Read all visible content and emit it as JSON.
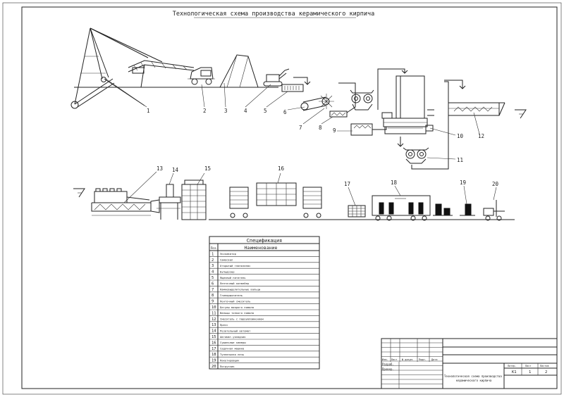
{
  "sheet": {
    "title": "Технологическая схема производства керамического кирпича"
  },
  "callouts": [
    "1",
    "2",
    "3",
    "4",
    "5",
    "6",
    "7",
    "8",
    "9",
    "10",
    "11",
    "12",
    "13",
    "14",
    "15",
    "16",
    "17",
    "18",
    "19",
    "20"
  ],
  "spec": {
    "title": "Спецификация",
    "col_no": "Поз.",
    "col_name": "Наименование",
    "rows": [
      {
        "no": "1",
        "name": "Экскаватор"
      },
      {
        "no": "2",
        "name": "Самосвал"
      },
      {
        "no": "3",
        "name": "Открытый глинозапас"
      },
      {
        "no": "4",
        "name": "Бульдозер"
      },
      {
        "no": "5",
        "name": "Ящичный питатель"
      },
      {
        "no": "6",
        "name": "Ленточный конвейер"
      },
      {
        "no": "7",
        "name": "Камневыделительные вальцы"
      },
      {
        "no": "8",
        "name": "Глинорыхлитель"
      },
      {
        "no": "9",
        "name": "Ленточный смеситель"
      },
      {
        "no": "10",
        "name": "Бегуны мокрого помола"
      },
      {
        "no": "11",
        "name": "Вальцы тонкого помола"
      },
      {
        "no": "12",
        "name": "Смеситель с пароувлажнением"
      },
      {
        "no": "13",
        "name": "Пресс"
      },
      {
        "no": "14",
        "name": "Резательный автомат"
      },
      {
        "no": "15",
        "name": "Автомат-укладчик"
      },
      {
        "no": "16",
        "name": "Сушильные камеры"
      },
      {
        "no": "17",
        "name": "Садочная машина"
      },
      {
        "no": "18",
        "name": "Туннельная печь"
      },
      {
        "no": "19",
        "name": "Пакетировщик"
      },
      {
        "no": "20",
        "name": "Погрузчик"
      }
    ]
  },
  "stamp": {
    "hdr_izm": "Изм.",
    "hdr_list": "Лист",
    "hdr_doc": "№ докум.",
    "hdr_podp": "Подп.",
    "hdr_data": "Дата",
    "razrab": "Разраб.",
    "prover": "Провер.",
    "hdr_lit": "Литер.",
    "hdr_sheet": "Лист",
    "hdr_sheets": "Листов",
    "lit_value": "К1",
    "sheet_value": "1",
    "sheets_value": "2",
    "doc_title": "Технологическая схема производства керамического кирпича"
  }
}
